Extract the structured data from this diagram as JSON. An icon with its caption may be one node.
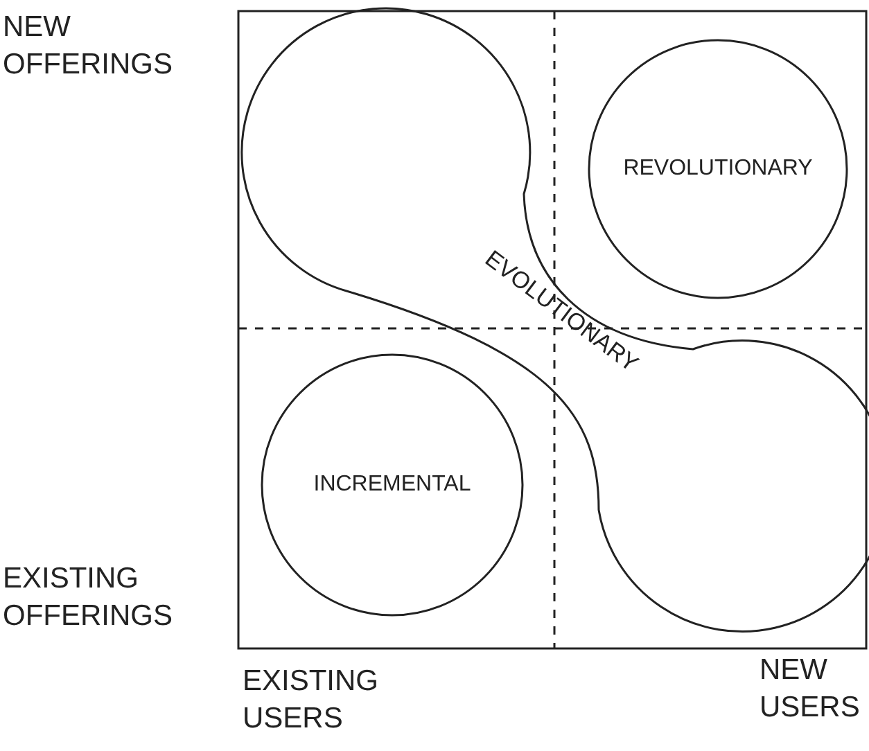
{
  "diagram": {
    "nodes": [
      {
        "text": [
          "REVOLUTIONARY"
        ]
      },
      {
        "text": [
          "EVOLUTIONARY"
        ]
      },
      {
        "text": [
          "INCREMENTAL"
        ]
      }
    ],
    "edges": [],
    "labels": [
      "NEW OFFERINGS",
      "EXISTING OFFERINGS",
      "EXISTING USERS",
      "NEW USERS"
    ]
  }
}
